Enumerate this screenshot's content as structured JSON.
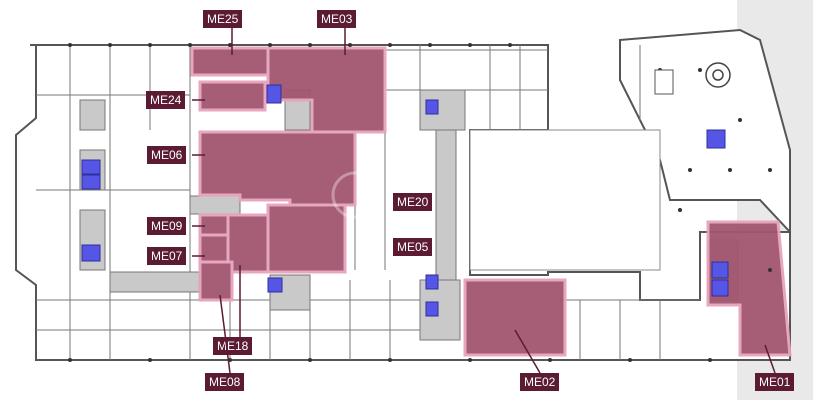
{
  "plan": {
    "colors": {
      "leased_fill": "#a2556f",
      "leased_stroke": "#e7a3bd",
      "core_fill": "#c9c9c9",
      "stair_fill": "#5656e6",
      "wall": "#555555",
      "grid": "#9a9a9a",
      "background_right": "#e9e9e9"
    },
    "units": [
      {
        "id": "ME25",
        "label": "ME25"
      },
      {
        "id": "ME03",
        "label": "ME03"
      },
      {
        "id": "ME24",
        "label": "ME24"
      },
      {
        "id": "ME06",
        "label": "ME06"
      },
      {
        "id": "ME20",
        "label": "ME20"
      },
      {
        "id": "ME09",
        "label": "ME09"
      },
      {
        "id": "ME05",
        "label": "ME05"
      },
      {
        "id": "ME07",
        "label": "ME07"
      },
      {
        "id": "ME18",
        "label": "ME18"
      },
      {
        "id": "ME08",
        "label": "ME08"
      },
      {
        "id": "ME02",
        "label": "ME02"
      },
      {
        "id": "ME01",
        "label": "ME01"
      }
    ]
  }
}
